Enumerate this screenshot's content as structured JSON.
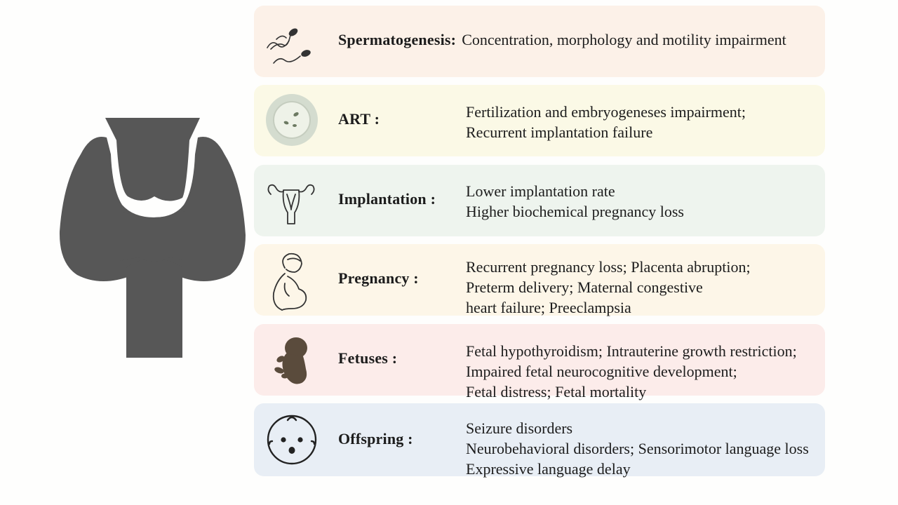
{
  "colors": {
    "thyroid": "#575757",
    "card_spermatogenesis": "#fcf1e8",
    "card_art": "#fbf9e6",
    "card_implantation": "#eef4ee",
    "card_pregnancy": "#fdf6e8",
    "card_fetuses": "#fcecea",
    "card_offspring": "#e8eef5"
  },
  "thyroid_icon": "thyroid-gland-icon",
  "rows": [
    {
      "icon": "sperm-icon",
      "label": "Spermatogenesis:",
      "lines": [
        "Concentration, morphology and motility impairment"
      ]
    },
    {
      "icon": "embryo-cell-icon",
      "label": "ART :",
      "lines": [
        "Fertilization and embryogeneses impairment;",
        "Recurrent implantation failure"
      ]
    },
    {
      "icon": "uterus-icon",
      "label": "Implantation :",
      "lines": [
        "Lower implantation rate",
        "Higher biochemical pregnancy loss"
      ]
    },
    {
      "icon": "pregnant-woman-icon",
      "label": "Pregnancy :",
      "lines": [
        "Recurrent pregnancy loss; Placenta abruption;",
        "Preterm delivery; Maternal congestive",
        "heart failure; Preeclampsia"
      ]
    },
    {
      "icon": "fetus-icon",
      "label": "Fetuses :",
      "lines": [
        "Fetal hypothyroidism; Intrauterine growth restriction;",
        "Impaired fetal neurocognitive development;",
        "Fetal distress; Fetal mortality"
      ]
    },
    {
      "icon": "baby-face-icon",
      "label": "Offspring :",
      "lines": [
        "Seizure disorders",
        "Neurobehavioral disorders; Sensorimotor language loss",
        "Expressive language delay"
      ]
    }
  ]
}
